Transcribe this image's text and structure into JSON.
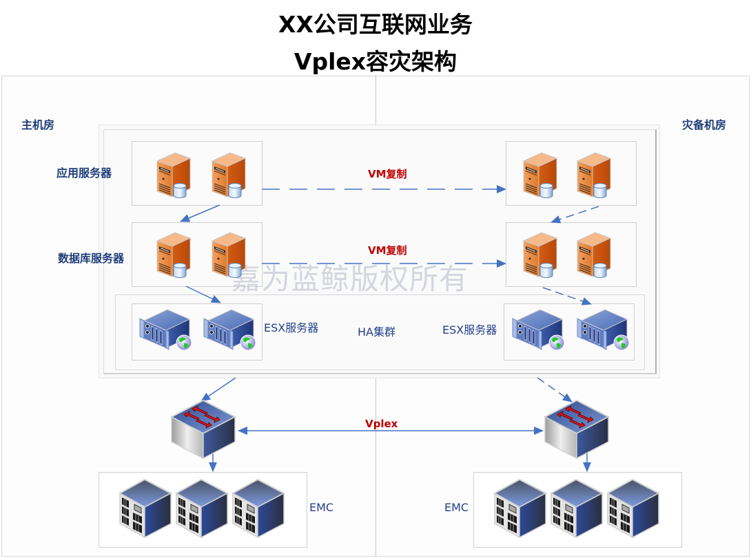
{
  "title": {
    "line1": "XX公司互联网业务",
    "line2": "Vplex容灾架构"
  },
  "rooms": {
    "primary": {
      "label": "主机房"
    },
    "backup": {
      "label": "灾备机房"
    }
  },
  "tiers": {
    "app": {
      "label": "应用服务器",
      "icon": "app-server-icon",
      "count_per_site": 2
    },
    "db": {
      "label": "数据库服务器",
      "icon": "database-server-icon",
      "count_per_site": 2
    },
    "esx": {
      "label_primary": "ESX服务器",
      "label_backup": "ESX服务器",
      "icon": "esx-rack-server-icon",
      "count_per_site": 2
    },
    "storage": {
      "label_primary": "EMC",
      "label_backup": "EMC",
      "icon": "emc-storage-array-icon",
      "count_per_site": 3
    }
  },
  "cluster": {
    "label": "HA集群"
  },
  "links": {
    "app_replication": {
      "label": "VM复制",
      "style": "dashed",
      "from": "primary.app",
      "to": "backup.app"
    },
    "db_replication": {
      "label": "VM复制",
      "style": "dashed",
      "from": "primary.db",
      "to": "backup.db"
    },
    "vplex": {
      "label": "Vplex",
      "style": "solid",
      "direction": "bidirectional",
      "from": "primary.switch",
      "to": "backup.switch"
    }
  },
  "switch": {
    "icon": "vplex-switch-icon"
  },
  "watermark": "嘉为蓝鲸版权所有",
  "colors": {
    "title": "#000000",
    "label_blue": "#1f3d7a",
    "label_red": "#c00000",
    "arrow_blue": "#4472c4",
    "server_orange": "#e0701e",
    "rack_blue": "#3d5ea8",
    "globe_green": "#22cc22"
  }
}
